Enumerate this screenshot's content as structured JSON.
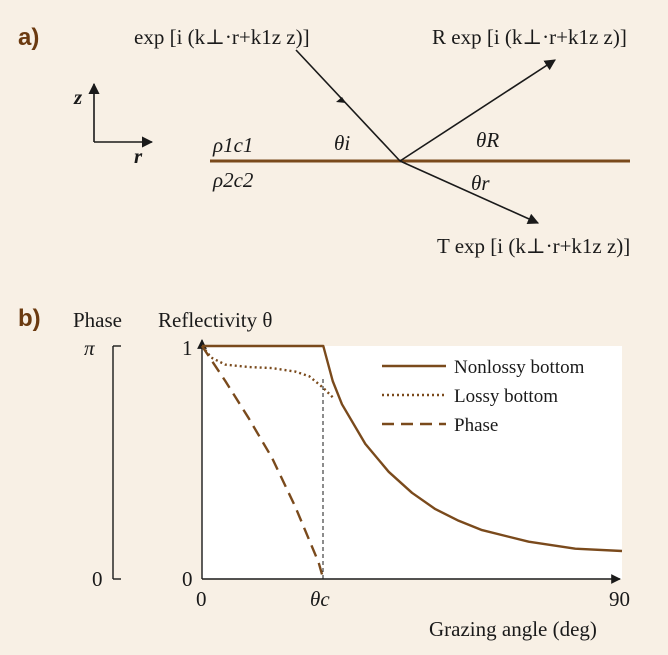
{
  "colors": {
    "background": "#f8f0e5",
    "accent": "#7a4a1c",
    "plot_area": "#ffffff",
    "text": "#1a1a1a"
  },
  "panel_a": {
    "label": "a)",
    "incident_wave": "exp [i (k⊥·r+k1z z)]",
    "reflected_wave": "R exp [i (k⊥·r+k1z z)]",
    "transmitted_wave": "T exp [i (k⊥·r+k1z z)]",
    "axis_z": "z",
    "axis_r": "r",
    "upper_medium": "ρ1c1",
    "lower_medium": "ρ2c2",
    "theta_incident": "θi",
    "theta_reflected": "θR",
    "theta_refracted": "θr"
  },
  "panel_b": {
    "label": "b)",
    "phase_axis_title": "Phase",
    "phase_top_tick": "π",
    "phase_bottom_tick": "0",
    "reflectivity_title": "Reflectivity θ",
    "refl_top_tick": "1",
    "refl_bottom_tick": "0",
    "x_tick_left": "0",
    "x_tick_critical": "θc",
    "x_tick_right": "90",
    "xlabel": "Grazing angle (deg)"
  },
  "chart_data": {
    "type": "line",
    "xlabel": "Grazing angle (deg)",
    "ylabel": "Reflectivity θ",
    "xlim": [
      0,
      90
    ],
    "ylim": [
      0,
      1
    ],
    "critical_angle": 26,
    "series": [
      {
        "name": "Nonlossy bottom",
        "style": "solid",
        "x": [
          0,
          10,
          20,
          26,
          28,
          30,
          35,
          40,
          45,
          50,
          55,
          60,
          70,
          80,
          90
        ],
        "y": [
          1,
          1,
          1,
          1,
          0.85,
          0.75,
          0.58,
          0.46,
          0.37,
          0.3,
          0.25,
          0.21,
          0.16,
          0.13,
          0.12
        ]
      },
      {
        "name": "Lossy bottom",
        "style": "dotted",
        "x": [
          0,
          2,
          5,
          10,
          15,
          20,
          23,
          26,
          28
        ],
        "y": [
          1,
          0.95,
          0.92,
          0.91,
          0.905,
          0.89,
          0.87,
          0.82,
          0.78
        ]
      },
      {
        "name": "Phase",
        "style": "dashed",
        "x": [
          0,
          5,
          10,
          15,
          20,
          25,
          26
        ],
        "y": [
          1,
          0.85,
          0.69,
          0.52,
          0.31,
          0.07,
          0
        ]
      }
    ]
  }
}
